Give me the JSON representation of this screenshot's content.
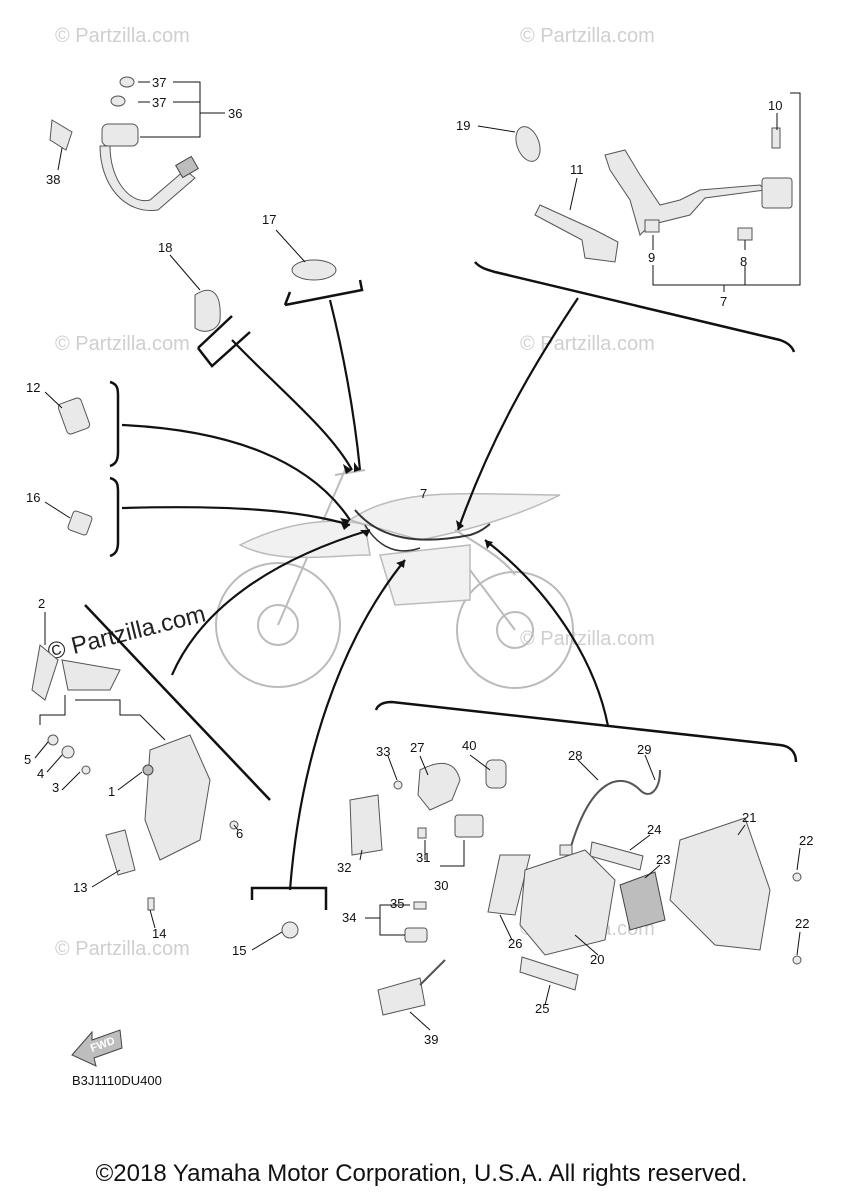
{
  "watermark": {
    "text": "© Partzilla.com",
    "positions_note": ""
  },
  "callouts": {
    "c1": "1",
    "c2": "2",
    "c3": "3",
    "c4": "4",
    "c5": "5",
    "c6": "6",
    "c7a": "7",
    "c7b": "7",
    "c8": "8",
    "c9": "9",
    "c10": "10",
    "c11": "11",
    "c12": "12",
    "c13": "13",
    "c14": "14",
    "c15": "15",
    "c16": "16",
    "c17": "17",
    "c18": "18",
    "c19": "19",
    "c20": "20",
    "c21": "21",
    "c22a": "22",
    "c22b": "22",
    "c23": "23",
    "c24": "24",
    "c25": "25",
    "c26": "26",
    "c27": "27",
    "c28": "28",
    "c29": "29",
    "c30": "30",
    "c31": "31",
    "c32": "32",
    "c33": "33",
    "c34": "34",
    "c35": "35",
    "c36": "36",
    "c37a": "37",
    "c37b": "37",
    "c38": "38",
    "c39": "39",
    "c40": "40"
  },
  "fwd_label": "FWD",
  "diagram_code": "B3J1110DU400",
  "copyright": "©2018 Yamaha Motor Corporation, U.S.A. All rights reserved."
}
